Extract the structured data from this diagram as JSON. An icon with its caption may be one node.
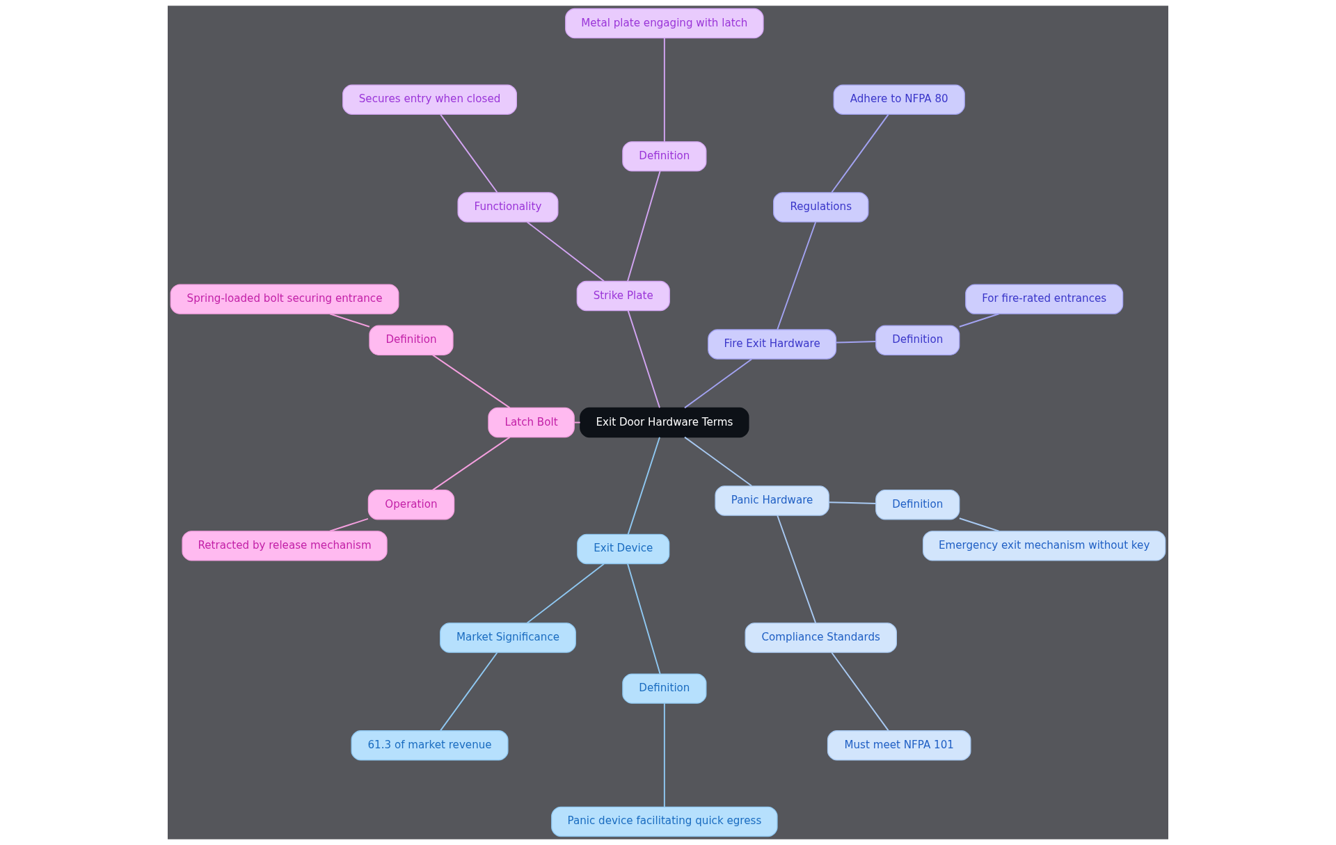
{
  "diagram": {
    "nodes": [
      {
        "text": [
          "Exit Door Hardware Terms"
        ]
      },
      {
        "text": [
          "Fire Exit Hardware"
        ]
      },
      {
        "text": [
          "Definition"
        ]
      },
      {
        "text": [
          "For fire-rated entrances"
        ]
      },
      {
        "text": [
          "Regulations"
        ]
      },
      {
        "text": [
          "Adhere to NFPA 80"
        ]
      },
      {
        "text": [
          "Strike Plate"
        ]
      },
      {
        "text": [
          "Definition"
        ]
      },
      {
        "text": [
          "Metal plate engaging with latch"
        ]
      },
      {
        "text": [
          "Functionality"
        ]
      },
      {
        "text": [
          "Secures entry when closed"
        ]
      },
      {
        "text": [
          "Latch Bolt"
        ]
      },
      {
        "text": [
          "Definition"
        ]
      },
      {
        "text": [
          "Spring-loaded bolt securing entrance"
        ]
      },
      {
        "text": [
          "Operation"
        ]
      },
      {
        "text": [
          "Retracted by release mechanism"
        ]
      },
      {
        "text": [
          "Exit Device"
        ]
      },
      {
        "text": [
          "Market Significance"
        ]
      },
      {
        "text": [
          "61.3 of market revenue"
        ]
      },
      {
        "text": [
          "Definition"
        ]
      },
      {
        "text": [
          "Panic device facilitating quick egress"
        ]
      },
      {
        "text": [
          "Panic Hardware"
        ]
      },
      {
        "text": [
          "Compliance Standards"
        ]
      },
      {
        "text": [
          "Must meet NFPA 101"
        ]
      },
      {
        "text": [
          "Definition"
        ]
      },
      {
        "text": [
          "Emergency exit mechanism without key"
        ]
      }
    ],
    "edges": [
      {
        "from": 0,
        "to": 1,
        "arrow": "none",
        "color": "#a3a3f2"
      },
      {
        "from": 1,
        "to": 2,
        "arrow": "none",
        "color": "#a3a3f2"
      },
      {
        "from": 2,
        "to": 3,
        "arrow": "none",
        "color": "#a3a3f2"
      },
      {
        "from": 1,
        "to": 4,
        "arrow": "none",
        "color": "#a3a3f2"
      },
      {
        "from": 4,
        "to": 5,
        "arrow": "none",
        "color": "#a3a3f2"
      },
      {
        "from": 0,
        "to": 6,
        "arrow": "none",
        "color": "#d2a4f2"
      },
      {
        "from": 6,
        "to": 7,
        "arrow": "none",
        "color": "#d2a4f2"
      },
      {
        "from": 7,
        "to": 8,
        "arrow": "none",
        "color": "#d2a4f2"
      },
      {
        "from": 6,
        "to": 9,
        "arrow": "none",
        "color": "#d2a4f2"
      },
      {
        "from": 9,
        "to": 10,
        "arrow": "none",
        "color": "#d2a4f2"
      },
      {
        "from": 0,
        "to": 11,
        "arrow": "none",
        "color": "#f49fdf"
      },
      {
        "from": 11,
        "to": 12,
        "arrow": "none",
        "color": "#f49fdf"
      },
      {
        "from": 12,
        "to": 13,
        "arrow": "none",
        "color": "#f49fdf"
      },
      {
        "from": 11,
        "to": 14,
        "arrow": "none",
        "color": "#f49fdf"
      },
      {
        "from": 14,
        "to": 15,
        "arrow": "none",
        "color": "#f49fdf"
      },
      {
        "from": 0,
        "to": 16,
        "arrow": "none",
        "color": "#8fc8f2"
      },
      {
        "from": 16,
        "to": 17,
        "arrow": "none",
        "color": "#8fc8f2"
      },
      {
        "from": 17,
        "to": 18,
        "arrow": "none",
        "color": "#8fc8f2"
      },
      {
        "from": 16,
        "to": 19,
        "arrow": "none",
        "color": "#8fc8f2"
      },
      {
        "from": 19,
        "to": 20,
        "arrow": "none",
        "color": "#8fc8f2"
      },
      {
        "from": 0,
        "to": 21,
        "arrow": "none",
        "color": "#a8c9f2"
      },
      {
        "from": 21,
        "to": 22,
        "arrow": "none",
        "color": "#a8c9f2"
      },
      {
        "from": 22,
        "to": 23,
        "arrow": "none",
        "color": "#a8c9f2"
      },
      {
        "from": 21,
        "to": 24,
        "arrow": "none",
        "color": "#a8c9f2"
      },
      {
        "from": 24,
        "to": 25,
        "arrow": "none",
        "color": "#a8c9f2"
      }
    ]
  }
}
